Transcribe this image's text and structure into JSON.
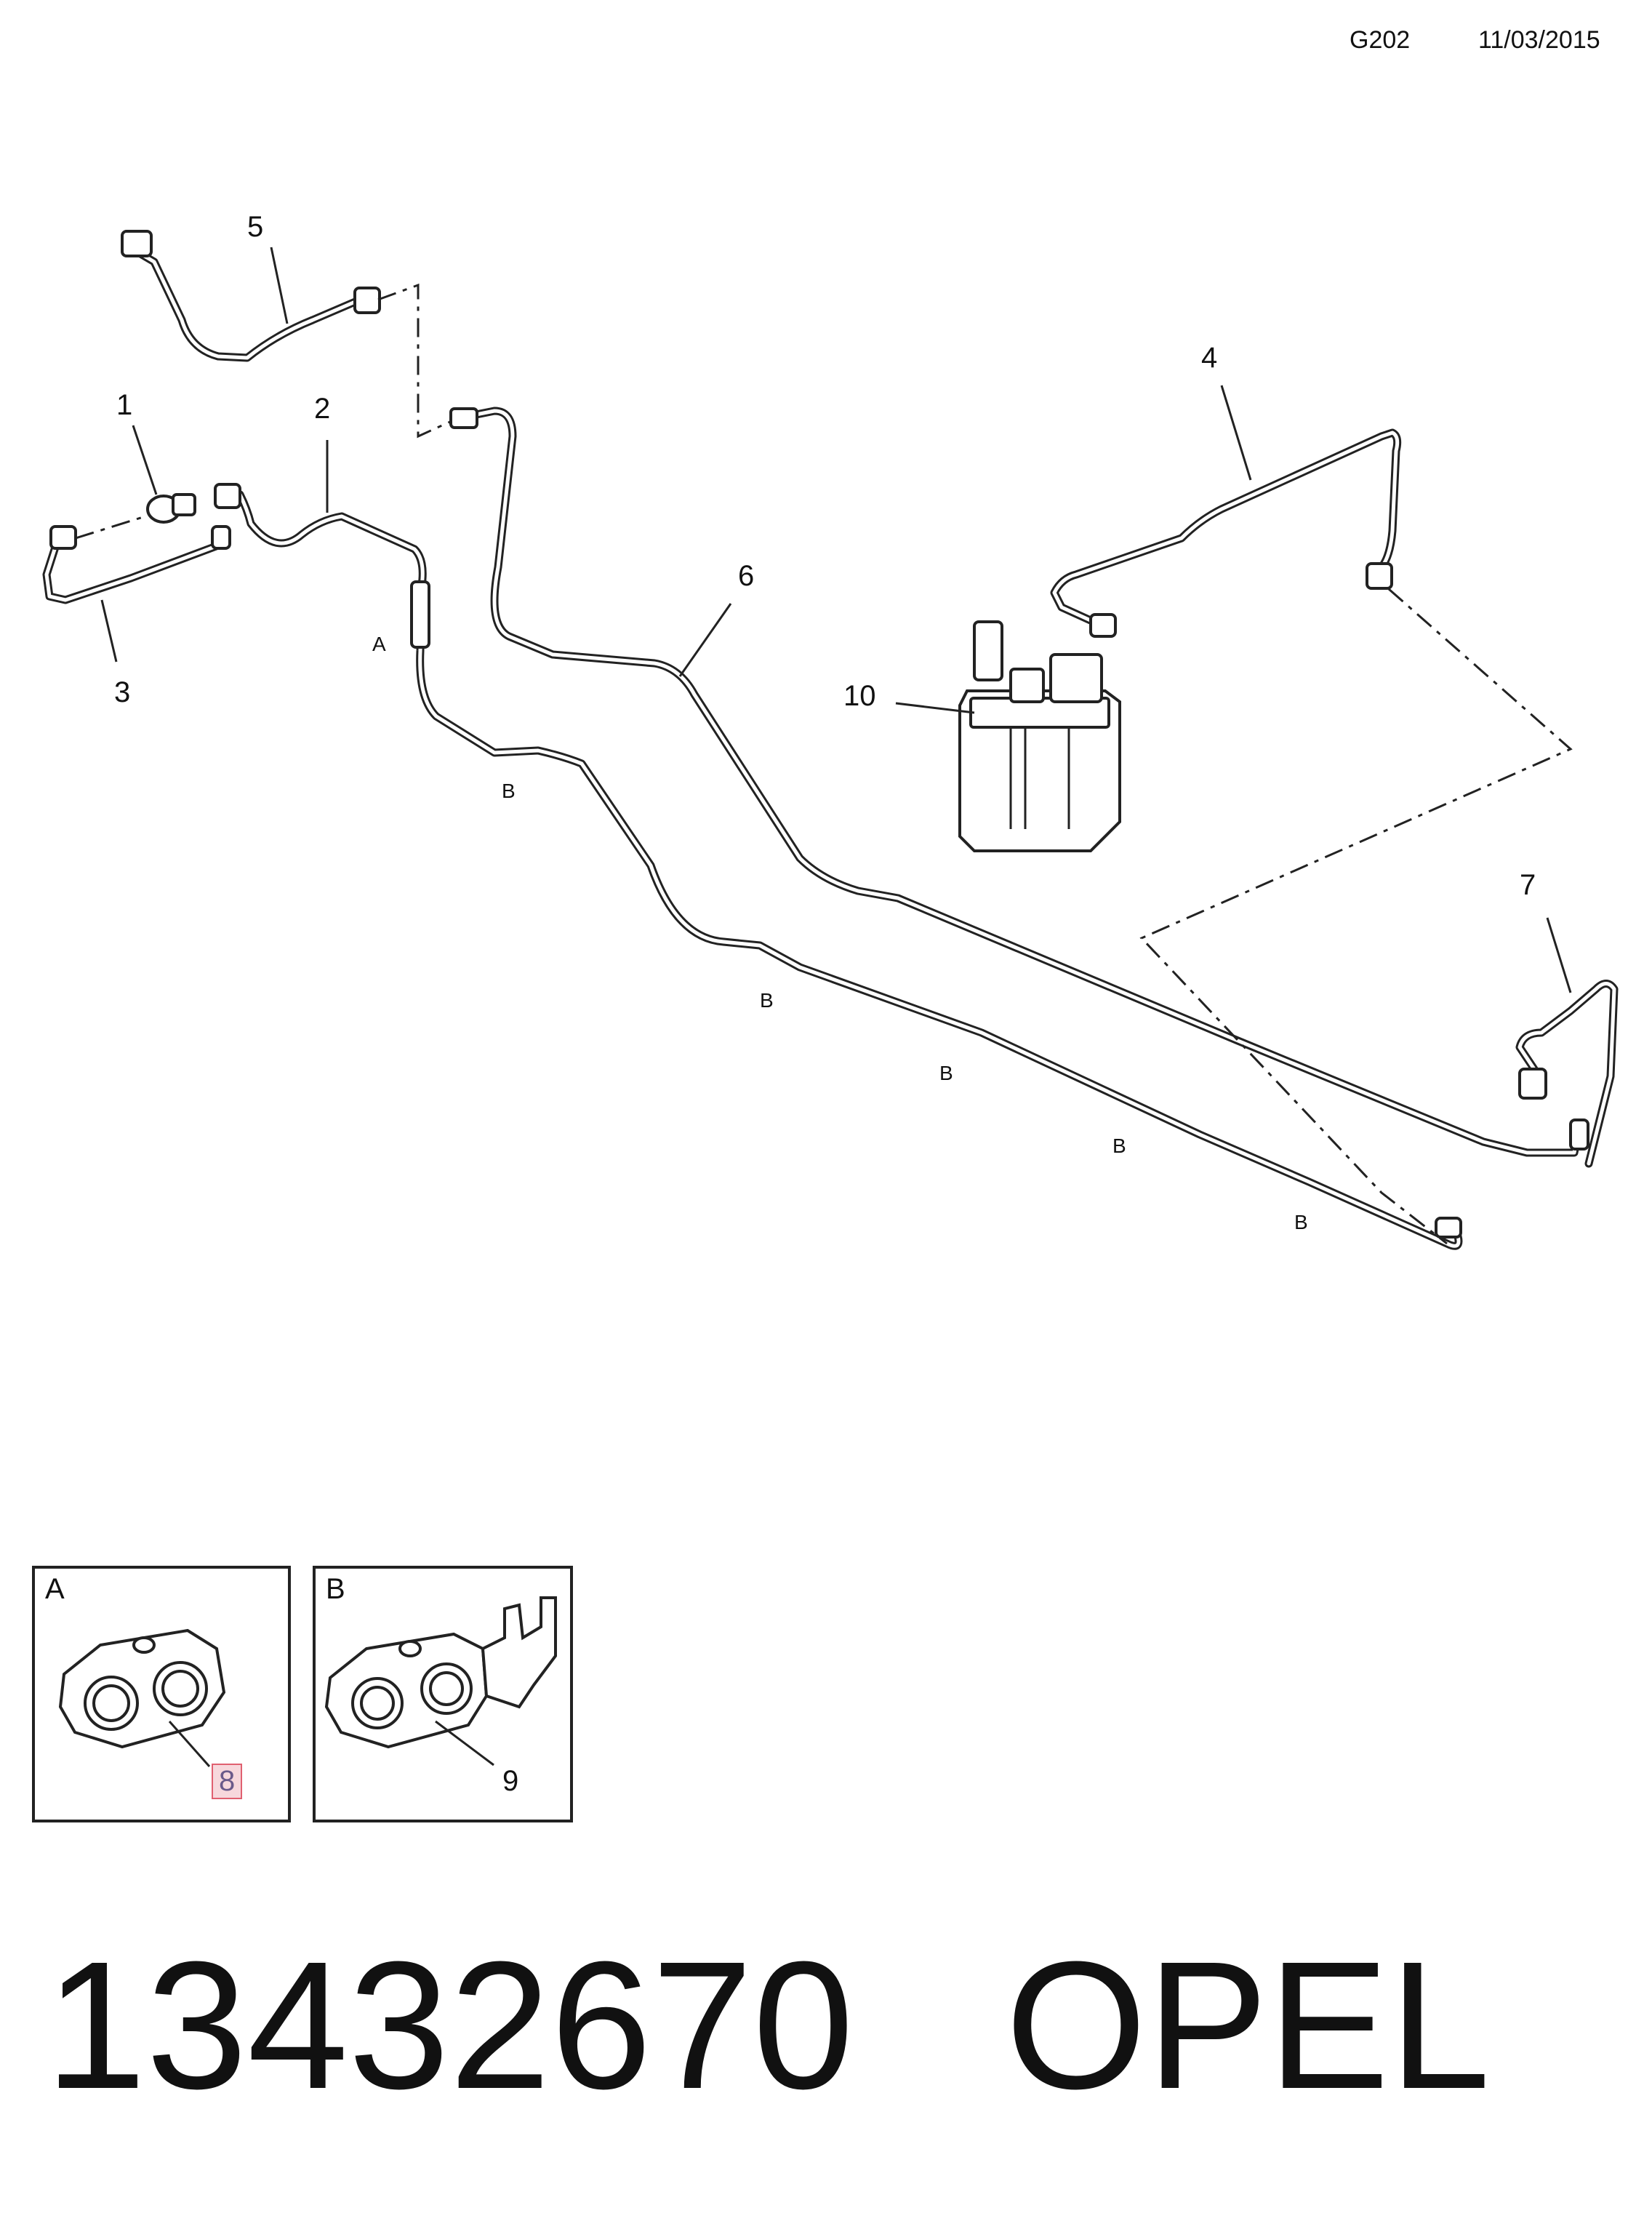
{
  "header": {
    "code": "G202",
    "date": "11/03/2015"
  },
  "callouts": {
    "c1": "1",
    "c2": "2",
    "c3": "3",
    "c4": "4",
    "c5": "5",
    "c6": "6",
    "c7": "7",
    "c10": "10"
  },
  "clip_refs": {
    "a": "A",
    "b": "B"
  },
  "details": [
    {
      "letter": "A",
      "part": "8"
    },
    {
      "letter": "B",
      "part": "9"
    }
  ],
  "footer": {
    "part_number": "13432670",
    "brand": "OPEL"
  },
  "colors": {
    "line": "#222222",
    "highlight_border": "#e06070",
    "highlight_fill": "#f7d8dc"
  }
}
